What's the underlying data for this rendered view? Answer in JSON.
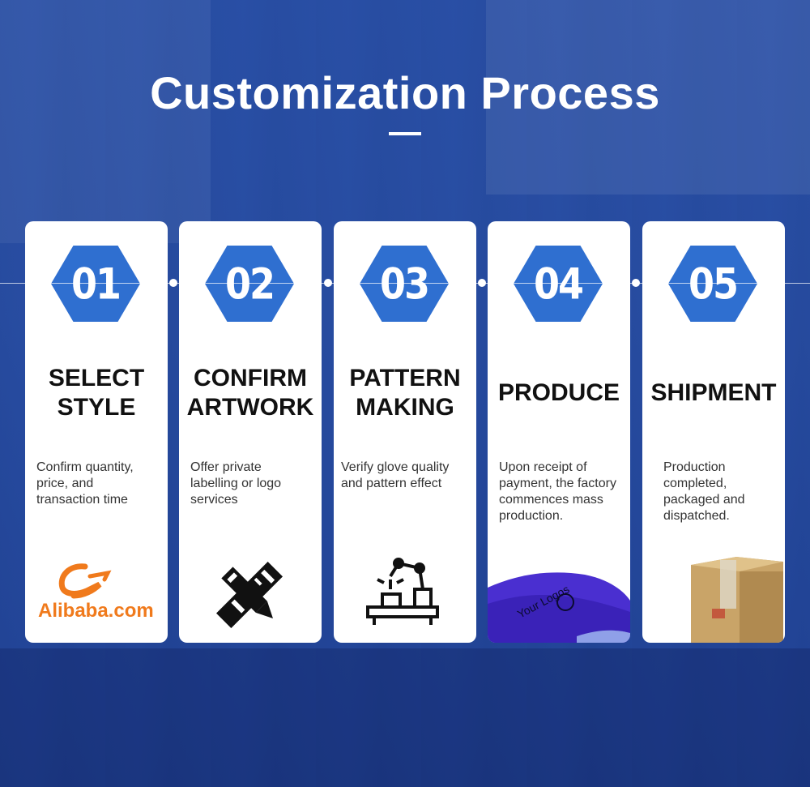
{
  "title": "Customization Process",
  "accent_color": "#2f6fd0",
  "steps": [
    {
      "number": "01",
      "heading_line1": "SELECT",
      "heading_line2": "STYLE",
      "description": "Confirm quantity, price, and transaction time",
      "icon": "alibaba-logo",
      "logo_text": "Alibaba.com"
    },
    {
      "number": "02",
      "heading_line1": "CONFIRM",
      "heading_line2": "ARTWORK",
      "description": "Offer private labelling or logo services",
      "icon": "pencil-ruler-icon"
    },
    {
      "number": "03",
      "heading_line1": "PATTERN",
      "heading_line2": "MAKING",
      "description": "Verify glove quality and pattern effect",
      "icon": "robot-arm-icon"
    },
    {
      "number": "04",
      "heading_line1": "PRODUCE",
      "heading_line2": "",
      "description": "Upon receipt of payment, the factory commences mass production.",
      "icon": "glove-image",
      "glove_text": "Your Logos"
    },
    {
      "number": "05",
      "heading_line1": "SHIPMENT",
      "heading_line2": "",
      "description": "Production completed, packaged and dispatched.",
      "icon": "box-image"
    }
  ]
}
